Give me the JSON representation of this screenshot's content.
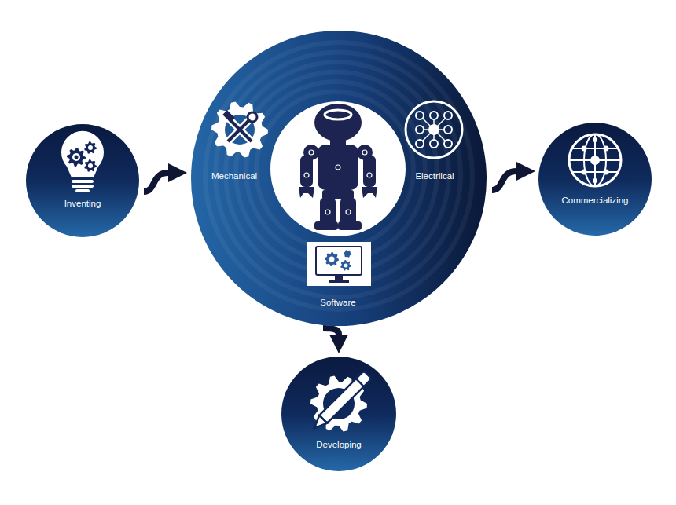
{
  "diagram": {
    "nodes": [
      {
        "text": [
          "Inventing"
        ]
      },
      {
        "text": [
          "Mechanical",
          "Electriical",
          "Software"
        ]
      },
      {
        "text": [
          "Commercializing"
        ]
      },
      {
        "text": [
          "Developing"
        ]
      }
    ],
    "edges": [
      {
        "from": 0,
        "to": 1,
        "arrow": "to"
      },
      {
        "from": 1,
        "to": 2,
        "arrow": "to"
      },
      {
        "from": 1,
        "to": 3,
        "arrow": "to"
      }
    ]
  }
}
